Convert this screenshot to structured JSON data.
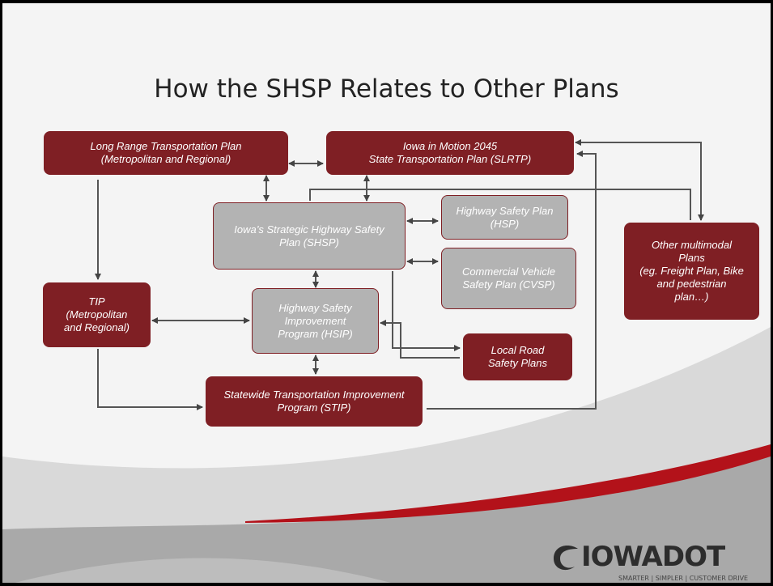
{
  "title": "How the SHSP Relates to Other Plans",
  "boxes": {
    "lrtp": [
      "Long Range Transportation Plan",
      "(Metropolitan and Regional)"
    ],
    "iim": [
      "Iowa in Motion 2045",
      "State Transportation Plan (SLRTP)"
    ],
    "shsp": [
      "Iowa’s Strategic Highway Safety",
      "Plan (SHSP)"
    ],
    "hsp": [
      "Highway Safety Plan",
      "(HSP)"
    ],
    "cvsp": [
      "Commercial Vehicle",
      "Safety Plan (CVSP)"
    ],
    "other": [
      "Other multimodal",
      "Plans",
      "(eg. Freight Plan, Bike",
      "and pedestrian",
      "plan…)"
    ],
    "tip": [
      "TIP",
      "(Metropolitan",
      "and Regional)"
    ],
    "hsip": [
      "Highway Safety",
      "Improvement",
      "Program (HSIP)"
    ],
    "lrsp": [
      "Local Road",
      "Safety Plans"
    ],
    "stip": [
      "Statewide Transportation Improvement",
      "Program (STIP)"
    ]
  },
  "logo": {
    "text": "IOWADOT",
    "tagline": "SMARTER | SIMPLER | CUSTOMER DRIVE"
  },
  "colors": {
    "box_red": "#7f1f24",
    "box_grey": "#b3b3b3",
    "swoosh": "#b3121a"
  }
}
